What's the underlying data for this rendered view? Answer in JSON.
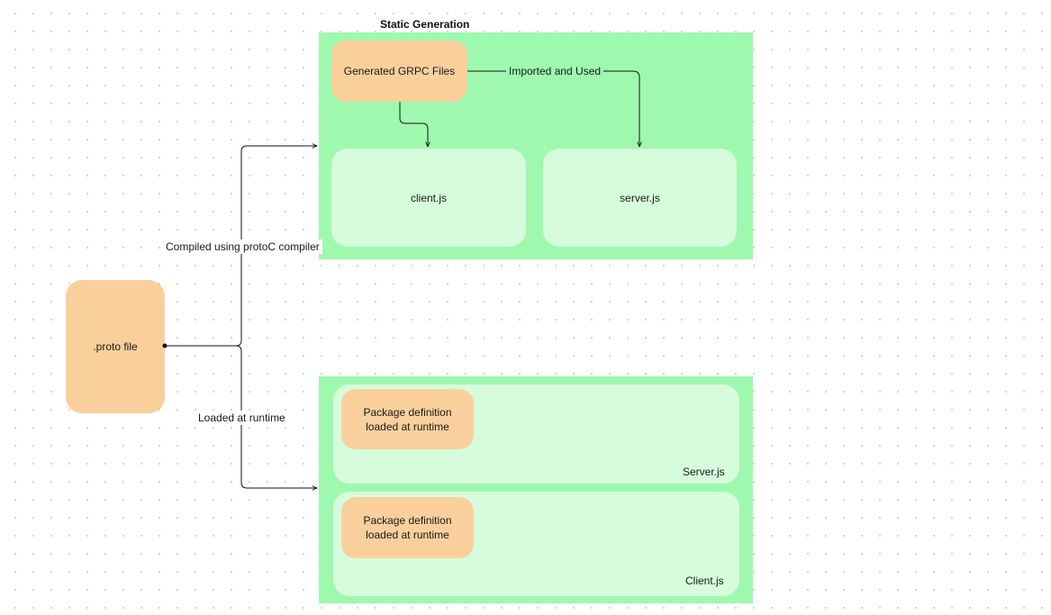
{
  "static_section": {
    "title": "Static Generation",
    "generated_grpc": "Generated GRPC Files",
    "client": "client.js",
    "server": "server.js",
    "edge_imported": "Imported and Used"
  },
  "proto": {
    "label": ".proto file"
  },
  "edges": {
    "compiled": "Compiled using protoC compiler",
    "loaded": "Loaded at runtime"
  },
  "runtime_section": {
    "server_panel": {
      "package_def": "Package definition\nloaded at runtime",
      "label": "Server.js"
    },
    "client_panel": {
      "package_def": "Package definition\nloaded at runtime",
      "label": "Client.js"
    }
  },
  "colors": {
    "section_green": "#9ef9af",
    "panel_green": "#d6fcdc",
    "node_orange": "#f9d09c",
    "wire": "#111111"
  }
}
